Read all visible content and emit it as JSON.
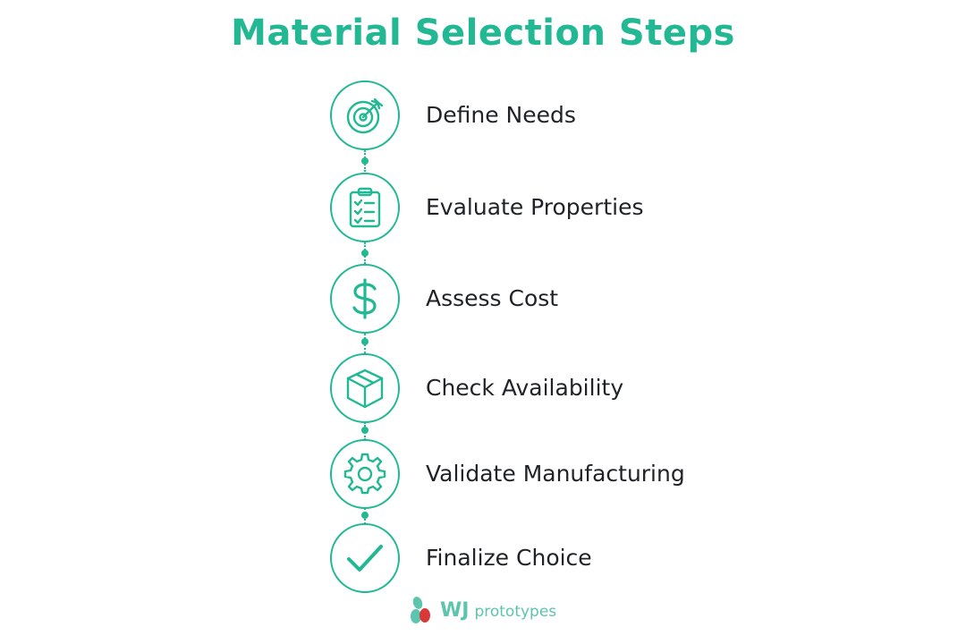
{
  "title": "Material Selection Steps",
  "steps": [
    {
      "label": "Define Needs",
      "icon": "target-icon"
    },
    {
      "label": "Evaluate Properties",
      "icon": "clipboard-checklist-icon"
    },
    {
      "label": "Assess Cost",
      "icon": "dollar-icon"
    },
    {
      "label": "Check Availability",
      "icon": "box-icon"
    },
    {
      "label": "Validate Manufacturing",
      "icon": "gear-icon"
    },
    {
      "label": "Finalize Choice",
      "icon": "checkmark-icon"
    }
  ],
  "brand": {
    "name": "WJ",
    "sub": "prototypes"
  },
  "colors": {
    "accent": "#22b893",
    "text": "#1f2328",
    "brand_teal": "#5cc5ad",
    "brand_red": "#d9383a"
  }
}
